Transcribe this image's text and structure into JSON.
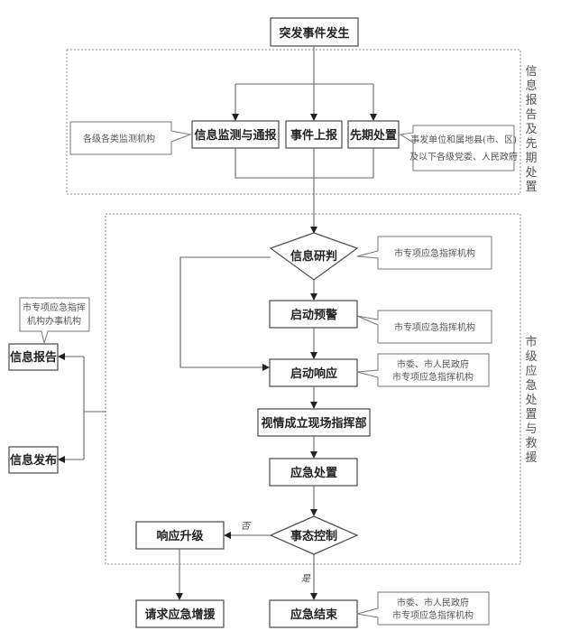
{
  "title_node": "突发事件发生",
  "section1": {
    "side_label": [
      "信",
      "息",
      "报",
      "告",
      "及",
      "先",
      "期",
      "处",
      "置"
    ],
    "nodes": {
      "monitor": "信息监测与通报",
      "report": "事件上报",
      "initial": "先期处置"
    },
    "notes": {
      "monitor": "各级各类监测机构",
      "initial_line1": "事发单位和属地县(市、区)",
      "initial_line2": "及以下各级党委、人民政府"
    }
  },
  "section2": {
    "side_label": [
      "市",
      "级",
      "应",
      "急",
      "处",
      "置",
      "与",
      "救",
      "援"
    ],
    "nodes": {
      "judge": "信息研判",
      "warning": "启动预警",
      "response": "启动响应",
      "command": "视情成立现场指挥部",
      "handle": "应急处置",
      "control": "事态控制",
      "upgrade": "响应升级"
    },
    "notes": {
      "judge": "市专项应急指挥机构",
      "warning": "市专项应急指挥机构",
      "response_line1": "市委、市人民政府",
      "response_line2": "市专项应急指挥机构"
    },
    "branch_labels": {
      "no": "否",
      "yes": "是"
    }
  },
  "left_panel": {
    "note_line1": "市专项应急指挥",
    "note_line2": "机构办事机构",
    "info_report": "信息报告",
    "info_publish": "信息发布"
  },
  "bottom": {
    "request_support": "请求应急增援",
    "end": "应急结束",
    "end_note_line1": "市委、市人民政府",
    "end_note_line2": "市专项应急指挥机构"
  }
}
